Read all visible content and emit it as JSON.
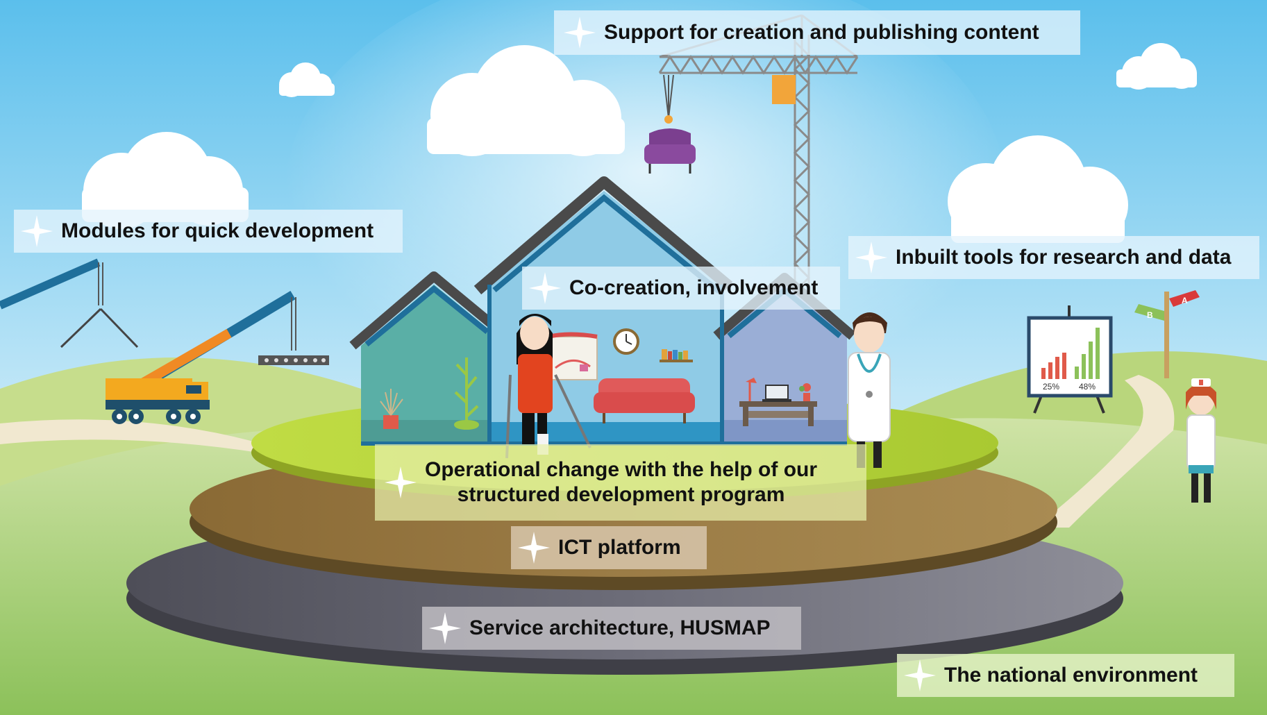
{
  "labels": {
    "support": "Support for creation and publishing content",
    "modules": "Modules for quick development",
    "tools": "Inbuilt tools for research and data",
    "cocreation": "Co-creation, involvement",
    "operational_line1": "Operational change with the help of our",
    "operational_line2": "structured development program",
    "ict": "ICT platform",
    "service": "Service architecture, HUSMAP",
    "national": "The national environment"
  },
  "chart_board": {
    "value_left": "25%",
    "value_right": "48%"
  },
  "signpost": {
    "sign_a": "A",
    "sign_b": "B"
  },
  "colors": {
    "sky_top": "#5bbfec",
    "sky_bottom": "#d9f1fb",
    "grass": "#8cc15a",
    "top_disc": "#b7d43a",
    "middle_disc": "#93743f",
    "bottom_disc": "#646470",
    "house_roof": "#4a4a4a",
    "house_wall": "#1f6f9b"
  },
  "icons": [
    "sparkle-star-icon",
    "crane-icon",
    "truck-crane-icon",
    "sofa-icon",
    "clock-icon",
    "laptop-icon",
    "easel-chart-icon",
    "signpost-icon"
  ]
}
